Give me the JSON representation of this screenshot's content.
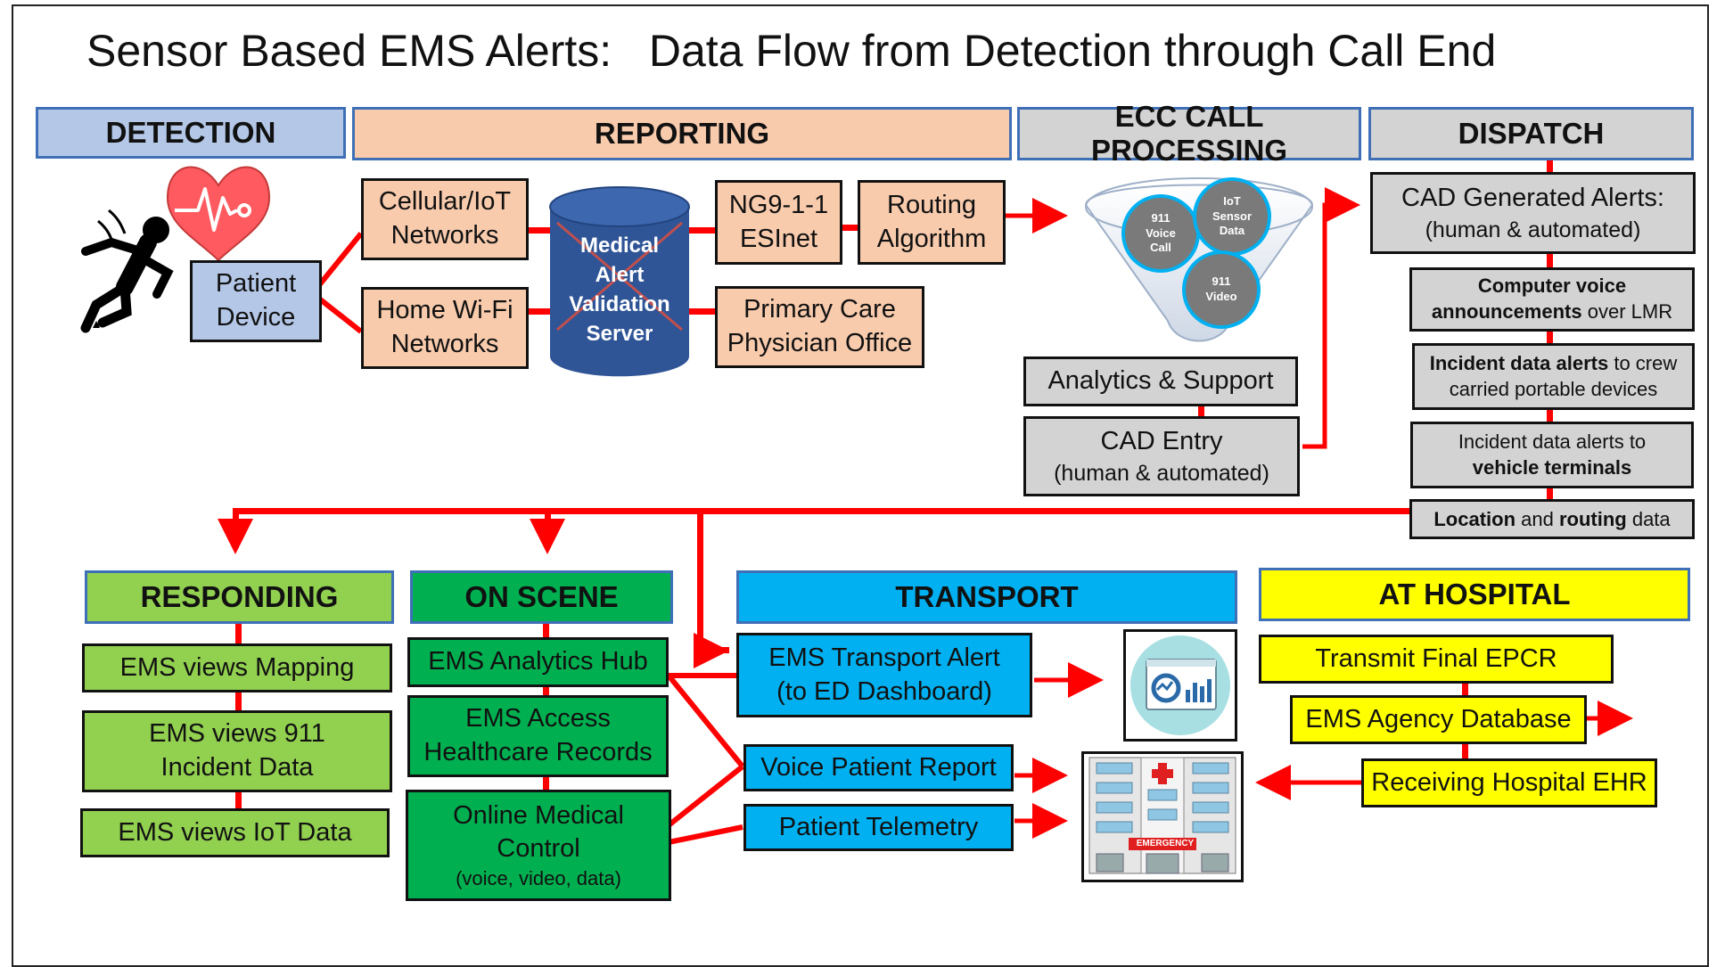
{
  "title": "Sensor Based EMS Alerts:   Data Flow from Detection through Call End",
  "headers": {
    "detection": "DETECTION",
    "reporting": "REPORTING",
    "ecc": "ECC CALL PROCESSING",
    "dispatch": "DISPATCH",
    "responding": "RESPONDING",
    "on_scene": "ON SCENE",
    "transport": "TRANSPORT",
    "at_hospital": "AT HOSPITAL"
  },
  "detection": {
    "patient_device_line1": "Patient",
    "patient_device_line2": "Device"
  },
  "reporting": {
    "cellular_line1": "Cellular/IoT",
    "cellular_line2": "Networks",
    "wifi_line1": "Home Wi-Fi",
    "wifi_line2": "Networks",
    "server_line1": "Medical",
    "server_line2": "Alert",
    "server_line3": "Validation",
    "server_line4": "Server",
    "ng911_line1": "NG9-1-1",
    "ng911_line2": "ESInet",
    "routing_line1": "Routing",
    "routing_line2": "Algorithm",
    "pcp_line1": "Primary Care",
    "pcp_line2": "Physician Office"
  },
  "ecc": {
    "bubble_voice_1": "911",
    "bubble_voice_2": "Voice",
    "bubble_voice_3": "Call",
    "bubble_iot_1": "IoT",
    "bubble_iot_2": "Sensor",
    "bubble_iot_3": "Data",
    "bubble_video_1": "911",
    "bubble_video_2": "Video",
    "analytics": "Analytics & Support",
    "cad_entry_line1": "CAD Entry",
    "cad_entry_line2": "(human & automated)"
  },
  "dispatch": {
    "cad_alerts_line1": "CAD Generated Alerts:",
    "cad_alerts_line2": "(human & automated)",
    "voice_bold": "Computer voice",
    "voice_bold2": "announcements",
    "voice_rest": " over LMR",
    "incident_bold": "Incident data alerts",
    "incident_rest": " to crew",
    "incident_line2": "carried portable devices",
    "vehicle_line1": "Incident data alerts to",
    "vehicle_bold": "vehicle terminals",
    "location_bold1": "Location",
    "location_mid": " and ",
    "location_bold2": "routing",
    "location_rest": " data"
  },
  "responding": {
    "mapping": "EMS views Mapping",
    "incident_line1": "EMS views 911",
    "incident_line2": "Incident Data",
    "iot": "EMS views IoT Data"
  },
  "on_scene": {
    "hub": "EMS Analytics Hub",
    "access_line1": "EMS Access",
    "access_line2": "Healthcare Records",
    "omc_line1": "Online Medical",
    "omc_line2": "Control",
    "omc_line3": "(voice, video, data)"
  },
  "transport": {
    "alert_line1": "EMS Transport Alert",
    "alert_line2": "(to ED Dashboard)",
    "voice_report": "Voice Patient Report",
    "telemetry": "Patient Telemetry"
  },
  "at_hospital": {
    "epcr": "Transmit Final EPCR",
    "agency_db": "EMS Agency Database",
    "ehr": "Receiving Hospital EHR",
    "emergency_sign": "EMERGENCY"
  },
  "colors": {
    "arrow": "#ff0000",
    "peach": "#f8cbad",
    "detection_blue": "#b4c7e7",
    "grey": "#d3d3d3",
    "lime": "#92d050",
    "green": "#00b050",
    "cyan": "#00b0f0",
    "yellow": "#ffff00",
    "server_blue": "#2f5597",
    "bubble_grey": "#7a7a7a",
    "bubble_ring": "#00b0f0"
  }
}
